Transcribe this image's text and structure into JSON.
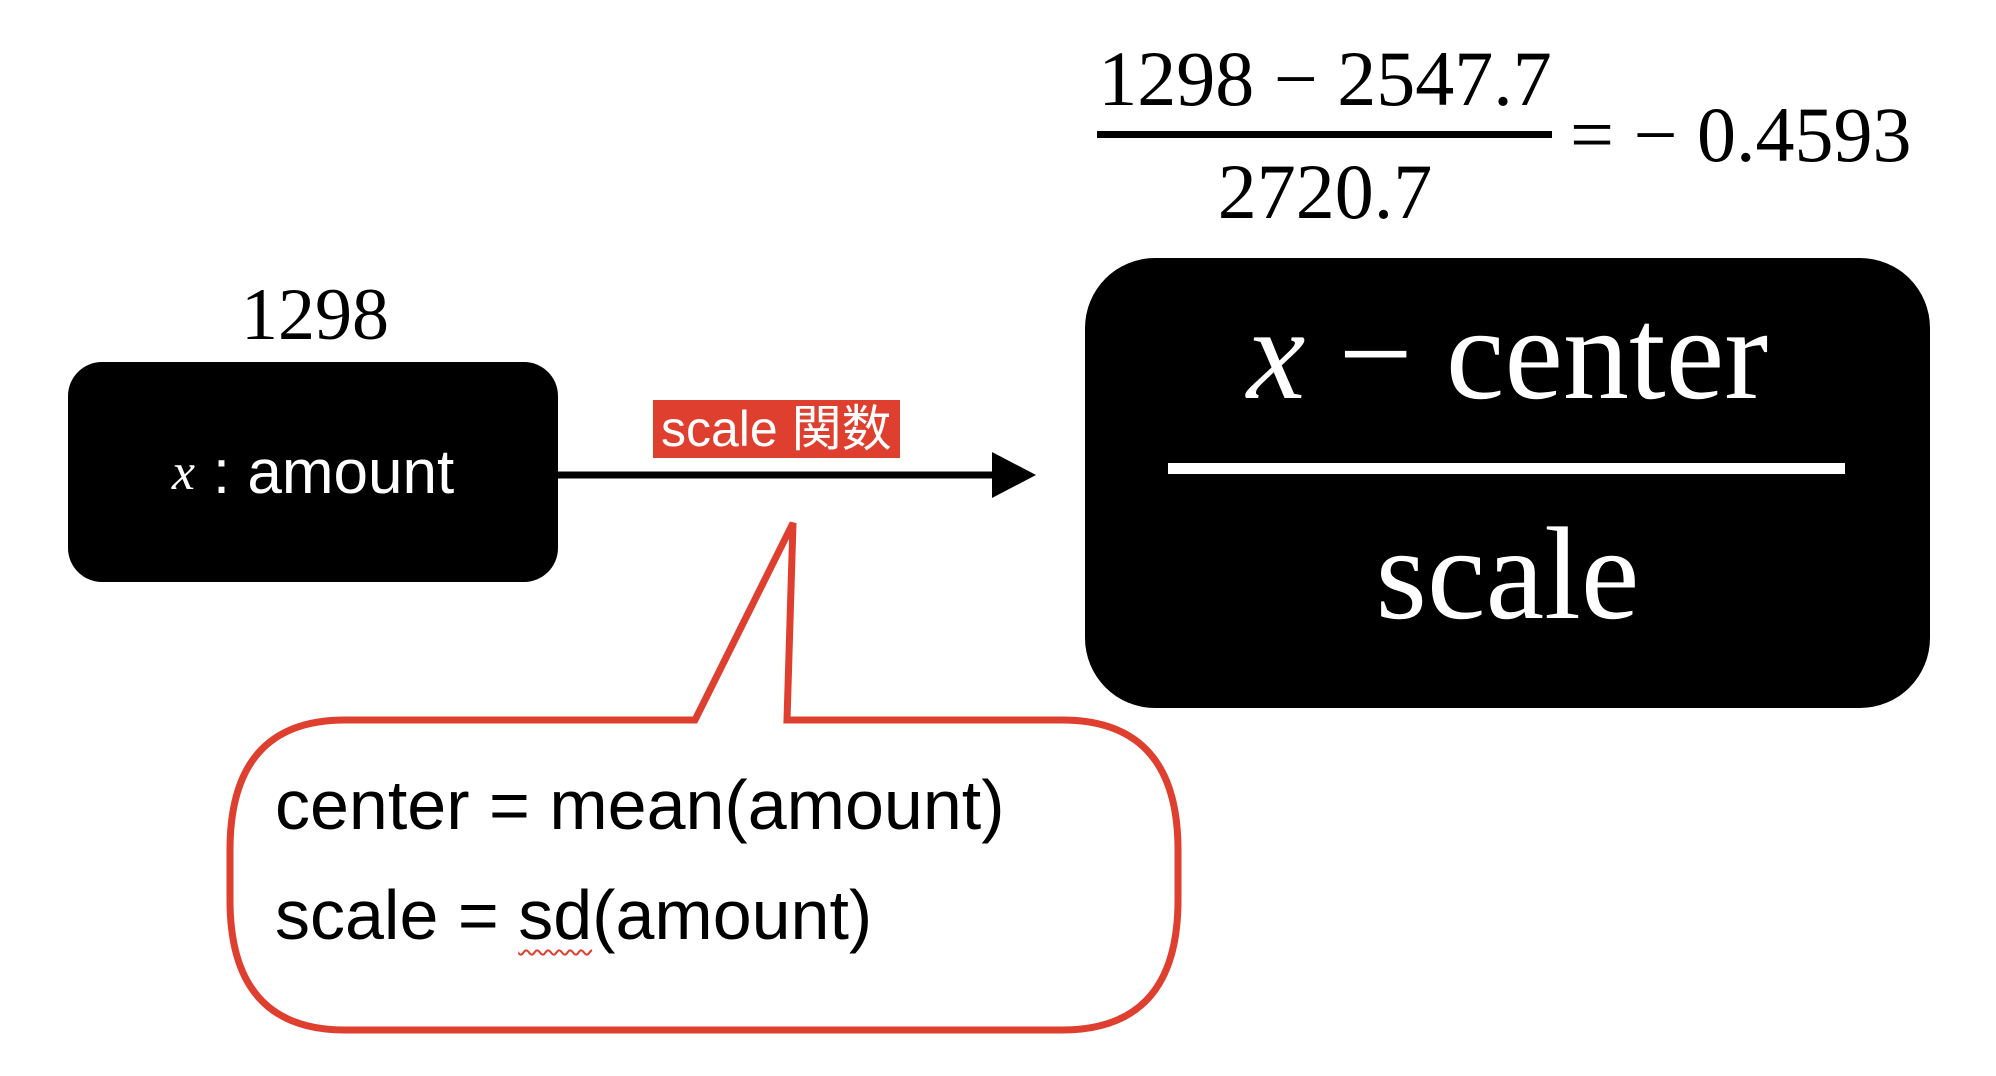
{
  "top_formula": {
    "numerator": "1298 − 2547.7",
    "denominator": "2720.7",
    "result": "= − 0.4593"
  },
  "input": {
    "value": "1298",
    "var": "x",
    "label": ": amount"
  },
  "function_label": "scale 関数",
  "formula": {
    "var": "x",
    "numerator_rest": " − center",
    "denominator": "scale"
  },
  "callout": {
    "line1": "center = mean(amount)",
    "line2_prefix": "scale = ",
    "line2_fn": "sd",
    "line2_arg": "(amount)"
  },
  "colors": {
    "accent_red": "#de3f2e",
    "box_black": "#000000"
  }
}
